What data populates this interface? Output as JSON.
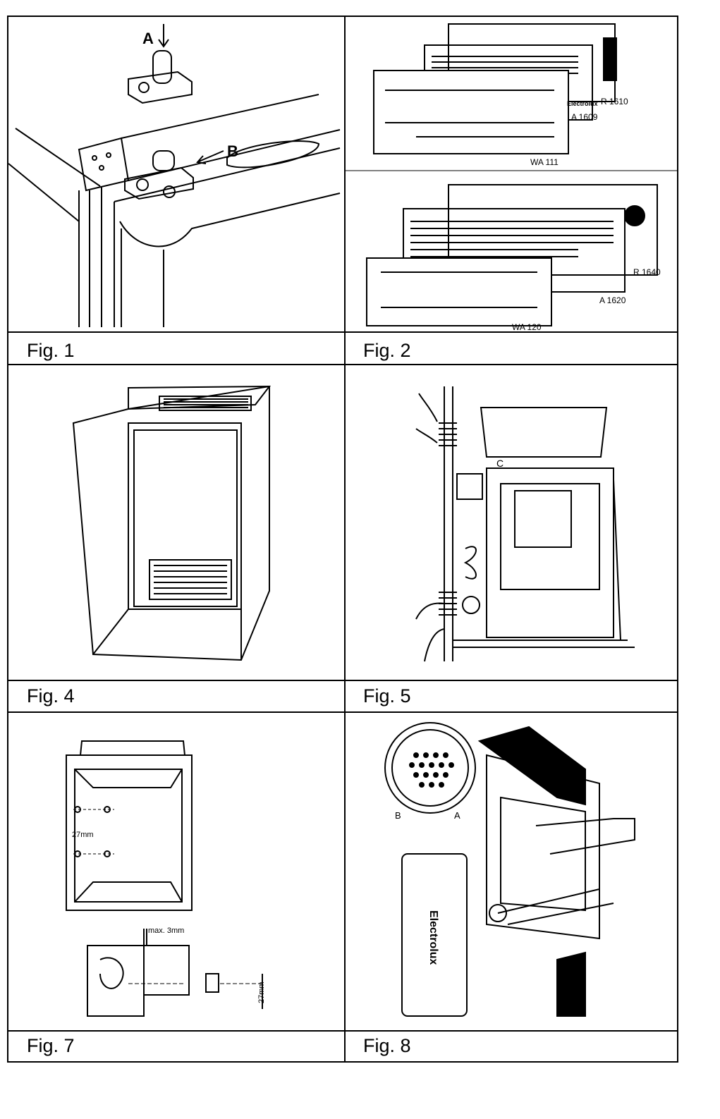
{
  "figures": [
    {
      "caption": "Fig. 1",
      "labels": {
        "a": "A",
        "b": "B"
      }
    },
    {
      "caption": "Fig. 2",
      "labels": {
        "r1610": "R 1610",
        "a1609": "A 1609",
        "wa111": "WA 111",
        "brand": "Electrolux",
        "r1640": "R 1640",
        "a1620": "A 1620",
        "wa120": "WA 120"
      }
    },
    {
      "caption": "Fig. 4"
    },
    {
      "caption": "Fig. 5",
      "labels": {
        "c": "C"
      }
    },
    {
      "caption": "Fig. 7",
      "labels": {
        "dim1": "27mm",
        "max": "max. 3mm",
        "dim2": "27mm"
      }
    },
    {
      "caption": "Fig. 8",
      "labels": {
        "a": "A",
        "b": "B",
        "brand": "Electrolux"
      }
    }
  ]
}
